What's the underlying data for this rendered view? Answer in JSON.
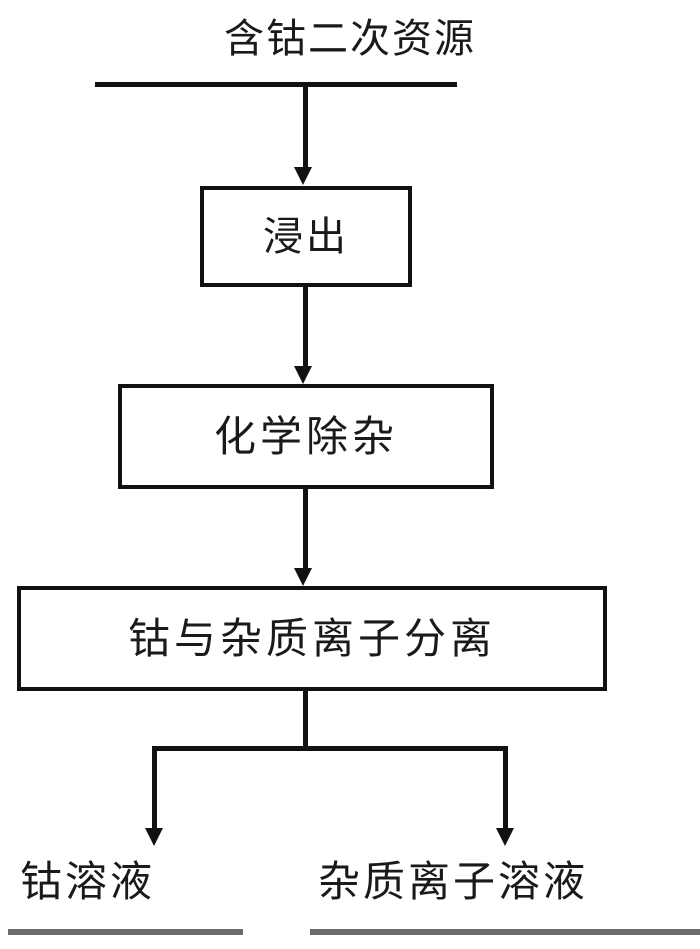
{
  "diagram": {
    "type": "flowchart",
    "orientation": "top-to-bottom",
    "source": {
      "label": "含钴二次资源"
    },
    "steps": [
      {
        "id": "leach",
        "label": "浸出"
      },
      {
        "id": "purify",
        "label": "化学除杂"
      },
      {
        "id": "separate",
        "label": "钴与杂质离子分离"
      }
    ],
    "outputs": [
      {
        "id": "cobalt-solution",
        "label": "钴溶液"
      },
      {
        "id": "impurity-solution",
        "label": "杂质离子溶液"
      }
    ],
    "connectors": [
      {
        "from": "source",
        "to": "leach",
        "style": "arrow"
      },
      {
        "from": "leach",
        "to": "purify",
        "style": "arrow"
      },
      {
        "from": "purify",
        "to": "separate",
        "style": "arrow"
      },
      {
        "from": "separate",
        "to": "cobalt-solution",
        "style": "split-arrow"
      },
      {
        "from": "separate",
        "to": "impurity-solution",
        "style": "split-arrow"
      }
    ],
    "colors": {
      "line": "#111111",
      "box_border": "#111111",
      "box_fill": "#ffffff",
      "text": "#1a1a1a",
      "output_rule": "#6b6b6b",
      "background": "#ffffff"
    }
  }
}
